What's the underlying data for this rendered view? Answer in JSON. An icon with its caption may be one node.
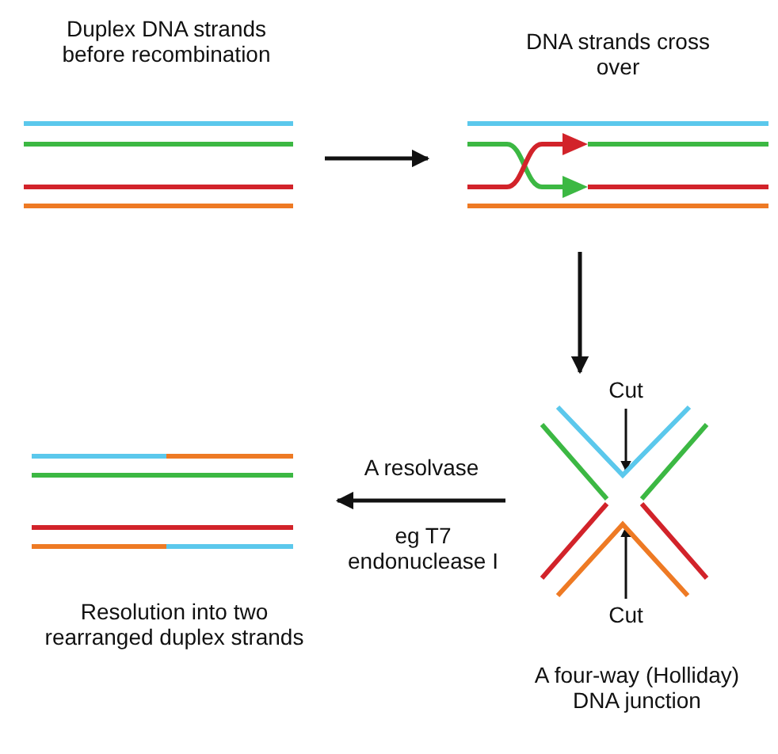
{
  "diagram": {
    "nodes": [
      {
        "text": [
          "Duplex DNA strands before recombination"
        ]
      },
      {
        "text": [
          "DNA strands cross over"
        ]
      },
      {
        "text": [
          "A four-way (Holliday) DNA junction"
        ]
      },
      {
        "text": [
          "Cut"
        ],
        "in": 2
      },
      {
        "text": [
          "Cut"
        ],
        "in": 2
      },
      {
        "text": [
          "Resolution into two rearranged duplex strands"
        ]
      }
    ],
    "edges": [
      {
        "from": 0,
        "to": 1,
        "arrow": "to"
      },
      {
        "from": 1,
        "to": 2,
        "arrow": "to"
      },
      {
        "from": 3,
        "to": null,
        "arrow": "to"
      },
      {
        "from": 4,
        "to": null,
        "arrow": "to"
      },
      {
        "from": 2,
        "to": 5,
        "arrow": "to",
        "label": "A resolvase"
      }
    ],
    "labels": [
      "eg T7 endonuclease I"
    ]
  }
}
